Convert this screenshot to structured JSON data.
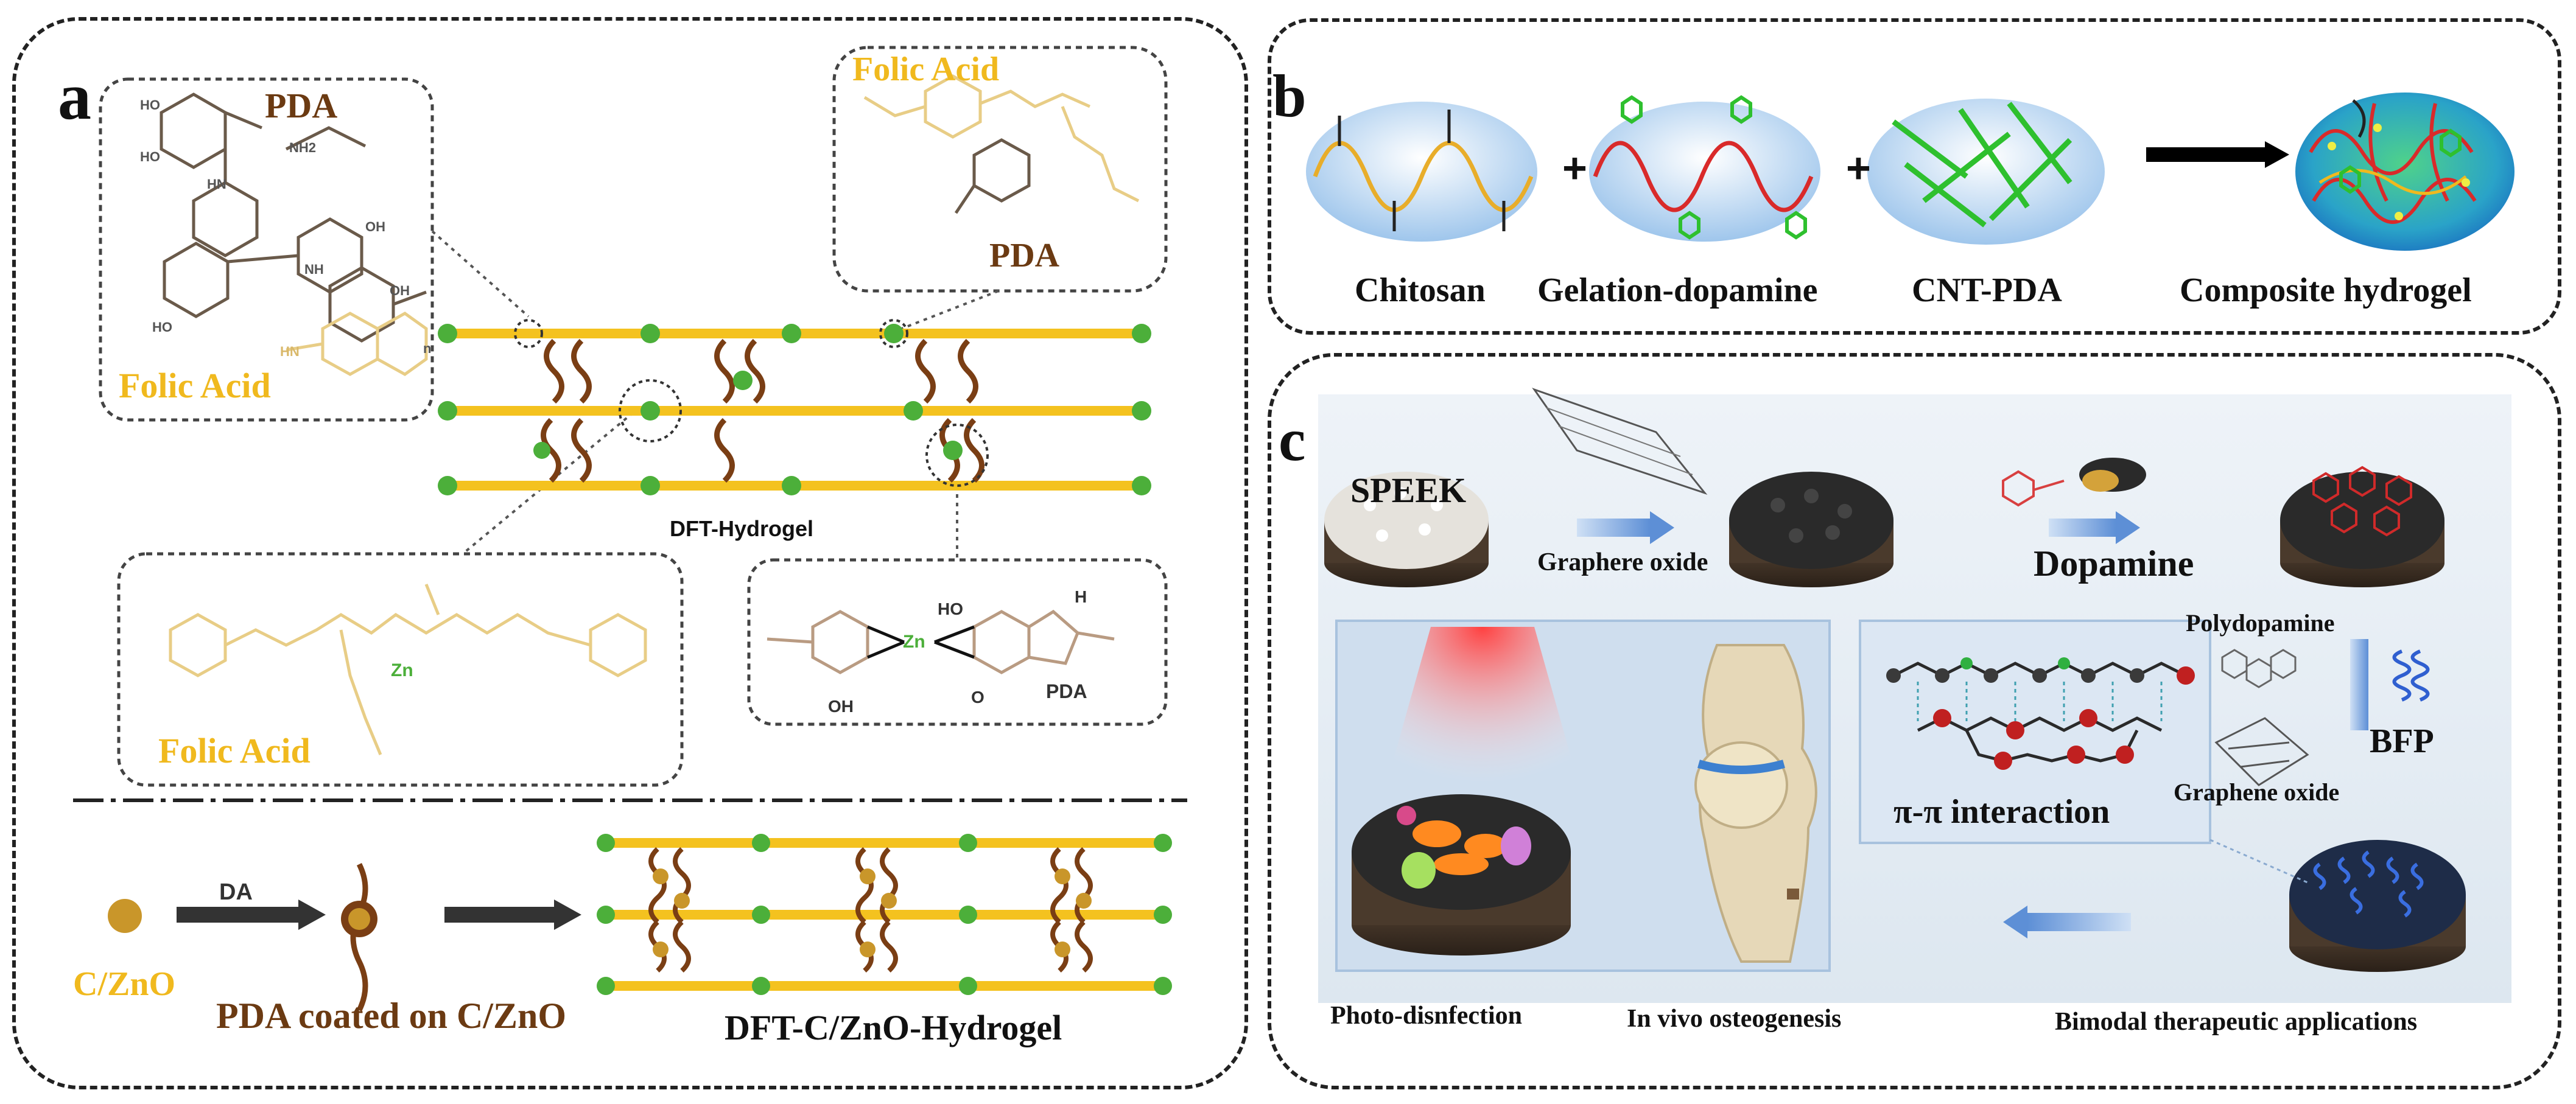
{
  "panel_a": {
    "letter": "a",
    "pda_top": "PDA",
    "folic_left": "Folic Acid",
    "folic_top_right": "Folic Acid",
    "pda_right": "PDA",
    "hydrogel": "DFT-Hydrogel",
    "folic_bottom": "Folic Acid",
    "zn": "Zn",
    "pda_small": "PDA",
    "da": "DA",
    "czno": "C/ZnO",
    "pda_coated": "PDA coated on C/ZnO",
    "final_hydrogel": "DFT-C/ZnO-Hydrogel",
    "chem": {
      "ho": "HO",
      "oh": "OH",
      "hn": "HN",
      "nh": "NH",
      "nh2": "NH2",
      "o": "O",
      "n": "n",
      "h": "H"
    }
  },
  "panel_b": {
    "letter": "b",
    "labels": [
      "Chitosan",
      "Gelation-dopamine",
      "CNT-PDA",
      "Composite hydrogel"
    ]
  },
  "panel_c": {
    "letter": "c",
    "speek": "SPEEK",
    "graphene_oxide_top": "Graphere oxide",
    "dopamine": "Dopamine",
    "polydopamine": "Polydopamine",
    "bfp": "BFP",
    "pi_interaction": "π-π interaction",
    "graphene_oxide": "Graphene oxide",
    "photo": "Photo-disnfection",
    "osteo": "In vivo osteogenesis",
    "bimodal": "Bimodal therapeutic applications"
  },
  "colors": {
    "gold": "#f0b91e",
    "brown": "#6b3a12",
    "green_dot": "#4caf3a",
    "red_chain": "#d92a2a",
    "blue": "#2f5fd0"
  }
}
